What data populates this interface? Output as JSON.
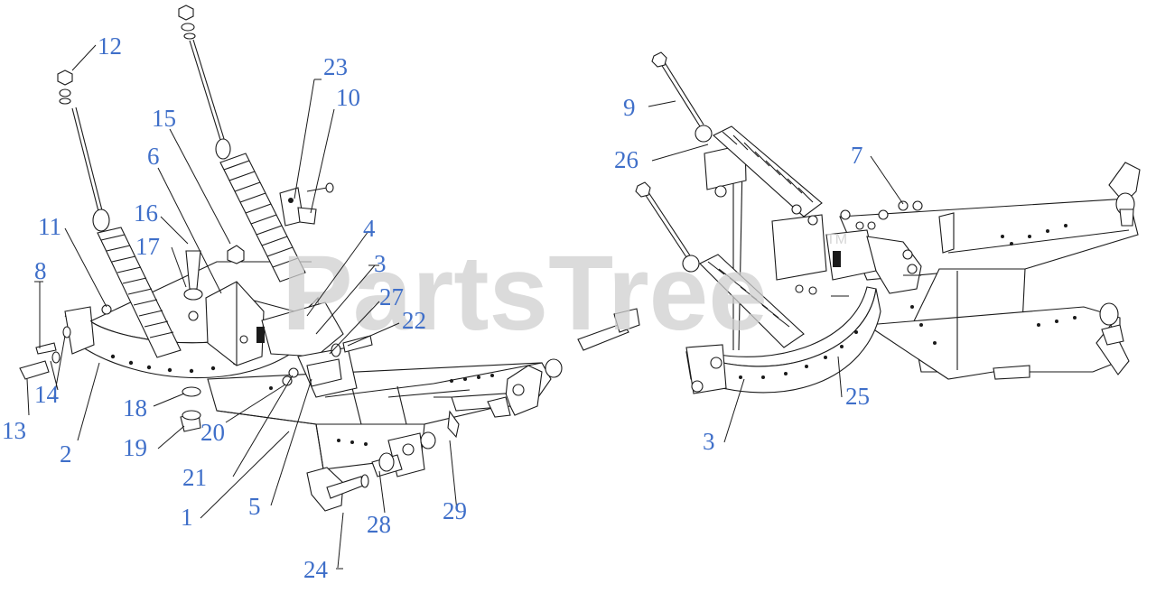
{
  "watermark": {
    "text": "PartsTree",
    "trademark": "TM"
  },
  "colors": {
    "label": "#3f6fc9",
    "line": "#1a1a1a",
    "watermark": "#cfcfcf"
  },
  "left_view": {
    "labels": [
      "12",
      "23",
      "10",
      "15",
      "6",
      "16",
      "11",
      "17",
      "4",
      "3",
      "27",
      "22",
      "8",
      "14",
      "13",
      "2",
      "18",
      "19",
      "20",
      "21",
      "1",
      "5",
      "28",
      "29",
      "24"
    ]
  },
  "right_view": {
    "labels": [
      "9",
      "26",
      "7",
      "3",
      "25"
    ]
  }
}
